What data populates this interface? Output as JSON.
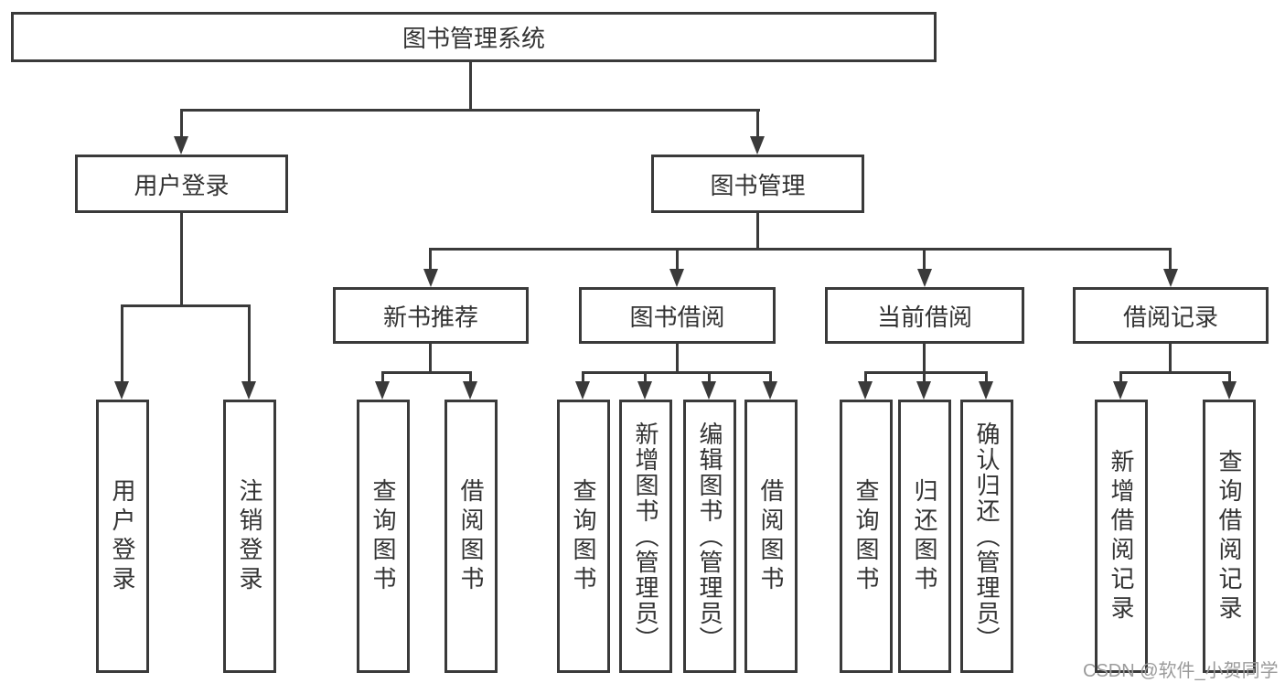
{
  "colors": {
    "line": "#3a3a3a",
    "text": "#333333",
    "watermark": "#9b9b9b",
    "bg": "#ffffff"
  },
  "diagram": {
    "root": {
      "label": "图书管理系统"
    },
    "level2": [
      {
        "label": "用户登录"
      },
      {
        "label": "图书管理"
      }
    ],
    "level3": [
      {
        "label": "新书推荐",
        "parent": "图书管理"
      },
      {
        "label": "图书借阅",
        "parent": "图书管理"
      },
      {
        "label": "当前借阅",
        "parent": "图书管理"
      },
      {
        "label": "借阅记录",
        "parent": "图书管理"
      }
    ],
    "leaves": [
      {
        "label": "用户登录",
        "parent": "用户登录"
      },
      {
        "label": "注销登录",
        "parent": "用户登录"
      },
      {
        "label": "查询图书",
        "parent": "新书推荐"
      },
      {
        "label": "借阅图书",
        "parent": "新书推荐"
      },
      {
        "label": "查询图书",
        "parent": "图书借阅"
      },
      {
        "label": "新增图书（管理员）",
        "parent": "图书借阅"
      },
      {
        "label": "编辑图书（管理员）",
        "parent": "图书借阅"
      },
      {
        "label": "借阅图书",
        "parent": "图书借阅"
      },
      {
        "label": "查询图书",
        "parent": "当前借阅"
      },
      {
        "label": "归还图书",
        "parent": "当前借阅"
      },
      {
        "label": "确认归还（管理员）",
        "parent": "当前借阅"
      },
      {
        "label": "新增借阅记录",
        "parent": "借阅记录"
      },
      {
        "label": "查询借阅记录",
        "parent": "借阅记录"
      }
    ]
  },
  "watermark": {
    "text": "CSDN @软件_小贺同学"
  }
}
